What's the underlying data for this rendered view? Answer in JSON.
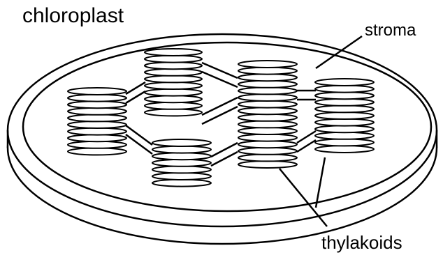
{
  "labels": {
    "organelle": "chloroplast",
    "matrix": "stroma",
    "membranes": "thylakoids"
  },
  "stacks": [
    {
      "name": "grana-stack-far-left",
      "discs": 10
    },
    {
      "name": "grana-stack-back",
      "discs": 10
    },
    {
      "name": "grana-stack-front-small",
      "discs": 7
    },
    {
      "name": "grana-stack-center-tall",
      "discs": 16
    },
    {
      "name": "grana-stack-right",
      "discs": 11
    }
  ],
  "colors": {
    "line": "#000000",
    "fill": "#ffffff"
  }
}
